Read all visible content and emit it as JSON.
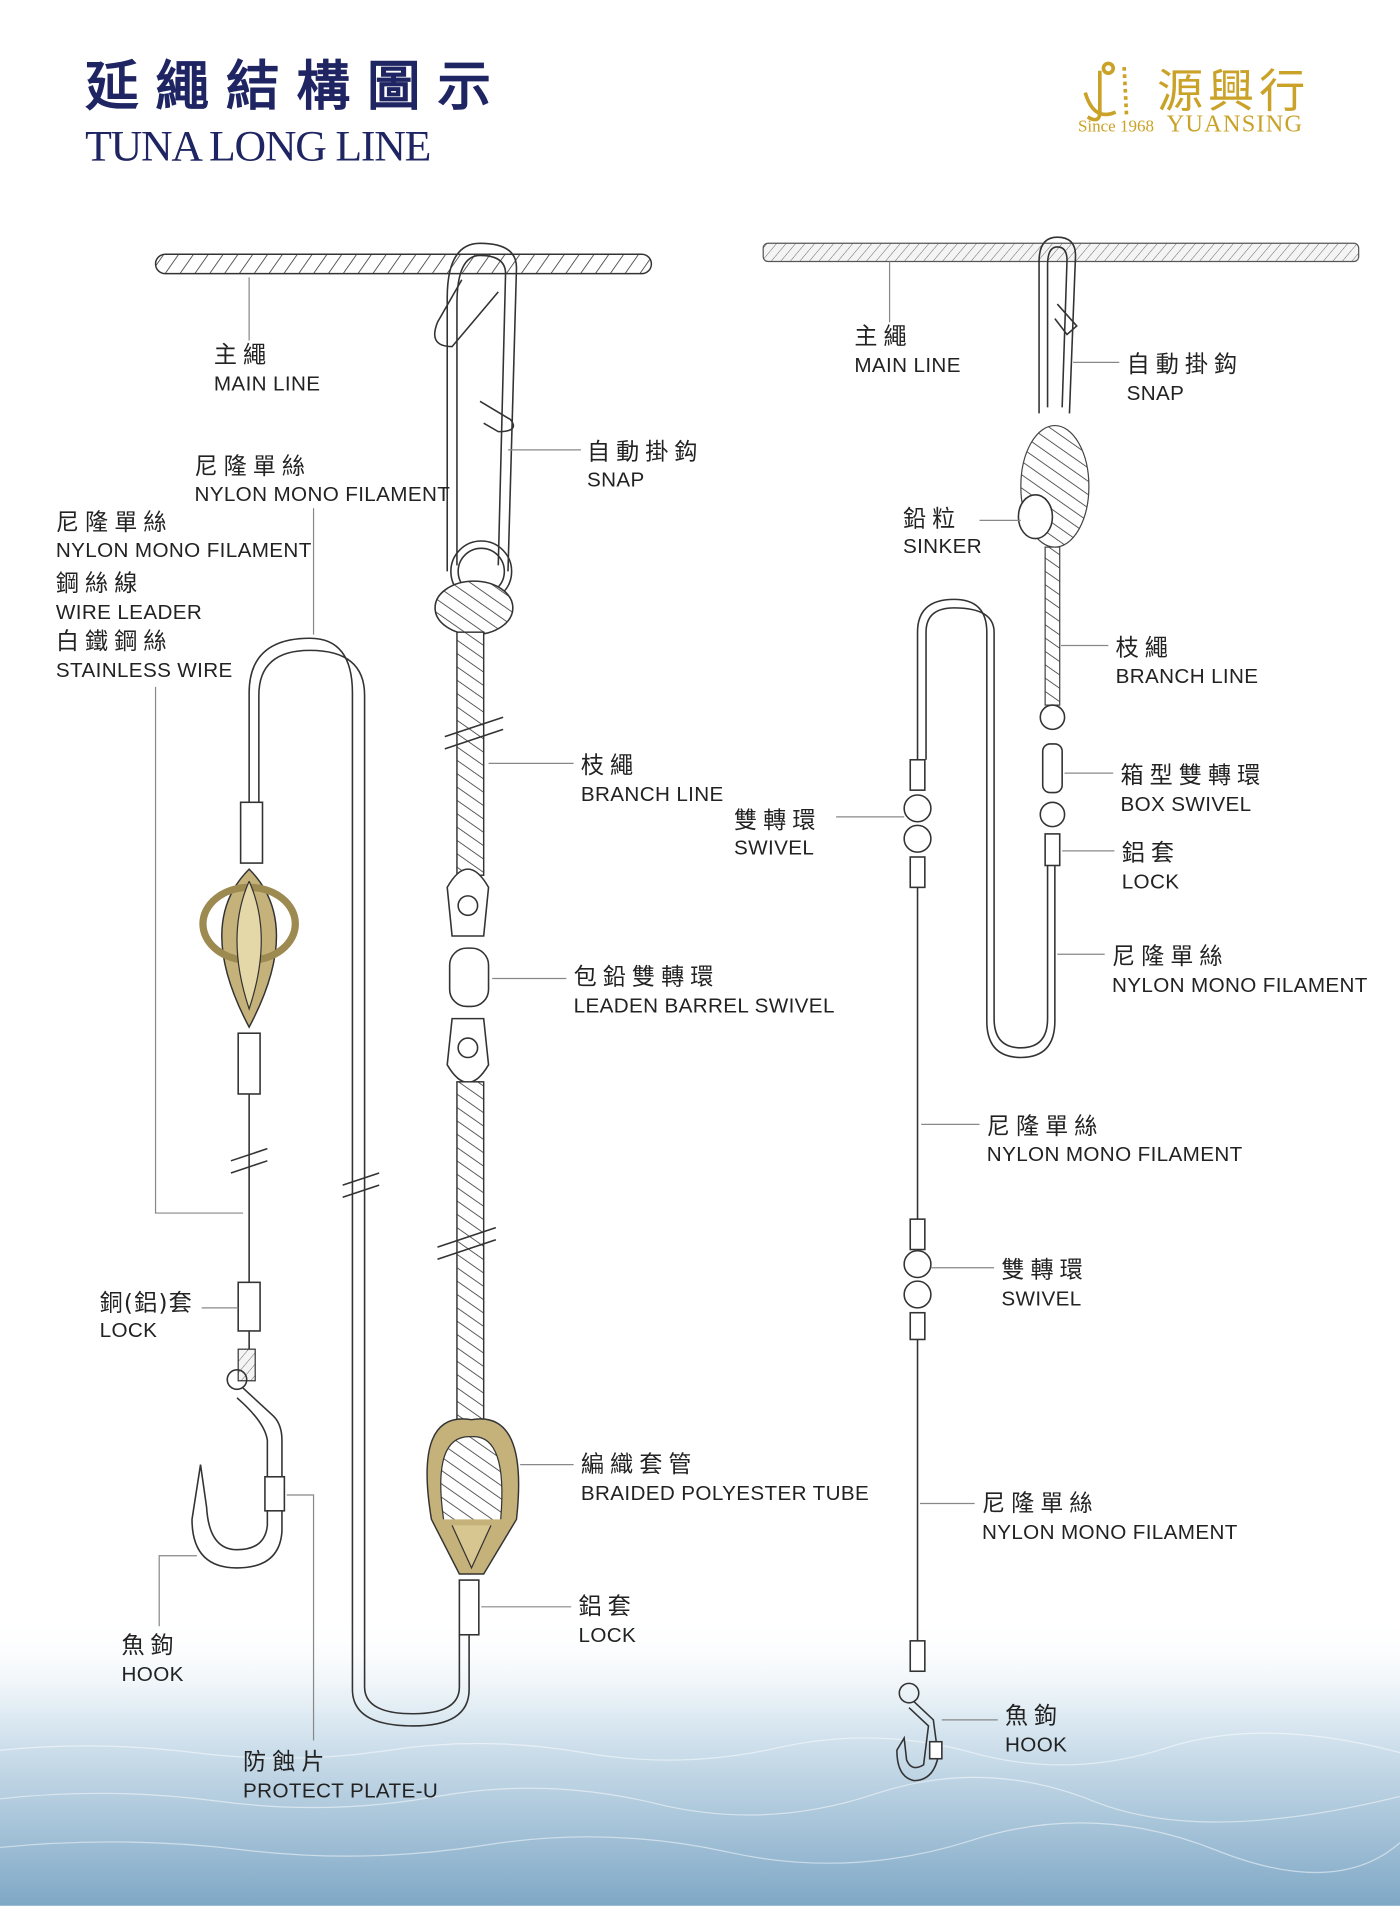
{
  "header": {
    "title_zh": "延繩結構圖示",
    "title_en": "TUNA LONG LINE"
  },
  "brand": {
    "name_zh": "源興行",
    "since": "Since 1968",
    "name_en": "YUANSING"
  },
  "colors": {
    "title": "#1f2563",
    "brand": "#c9a227",
    "water": "#8fb4cf"
  },
  "left_rig": {
    "main_line": {
      "zh": "主繩",
      "en": "MAIN LINE"
    },
    "nylon_top": {
      "zh": "尼隆單絲",
      "en": "NYLON MONO FILAMENT"
    },
    "wire_group": {
      "nylon_zh": "尼隆單絲",
      "nylon_en": "NYLON MONO FILAMENT",
      "wire_zh": "鋼絲線",
      "wire_en": "WIRE LEADER",
      "stainless_zh": "白鐵鋼絲",
      "stainless_en": "STAINLESS WIRE"
    },
    "snap": {
      "zh": "自動掛鈎",
      "en": "SNAP"
    },
    "branch_line": {
      "zh": "枝繩",
      "en": "BRANCH LINE"
    },
    "leaden_swivel": {
      "zh": "包鉛雙轉環",
      "en": "LEADEN BARREL SWIVEL"
    },
    "lock_copper": {
      "zh": "銅(鋁)套",
      "en": "LOCK"
    },
    "braided_tube": {
      "zh": "編織套管",
      "en": "BRAIDED POLYESTER TUBE"
    },
    "lock_alu": {
      "zh": "鋁套",
      "en": "LOCK"
    },
    "hook": {
      "zh": "魚鉤",
      "en": "HOOK"
    },
    "protect_plate": {
      "zh": "防蝕片",
      "en": "PROTECT PLATE-U"
    }
  },
  "right_rig": {
    "main_line": {
      "zh": "主繩",
      "en": "MAIN LINE"
    },
    "snap": {
      "zh": "自動掛鈎",
      "en": "SNAP"
    },
    "sinker": {
      "zh": "鉛粒",
      "en": "SINKER"
    },
    "branch_line": {
      "zh": "枝繩",
      "en": "BRANCH LINE"
    },
    "box_swivel": {
      "zh": "箱型雙轉環",
      "en": "BOX SWIVEL"
    },
    "swivel_upper": {
      "zh": "雙轉環",
      "en": "SWIVEL"
    },
    "lock": {
      "zh": "鋁套",
      "en": "LOCK"
    },
    "nylon_loop": {
      "zh": "尼隆單絲",
      "en": "NYLON MONO FILAMENT"
    },
    "nylon_mid": {
      "zh": "尼隆單絲",
      "en": "NYLON MONO FILAMENT"
    },
    "swivel_lower": {
      "zh": "雙轉環",
      "en": "SWIVEL"
    },
    "nylon_low": {
      "zh": "尼隆單絲",
      "en": "NYLON MONO FILAMENT"
    },
    "hook": {
      "zh": "魚鉤",
      "en": "HOOK"
    }
  }
}
